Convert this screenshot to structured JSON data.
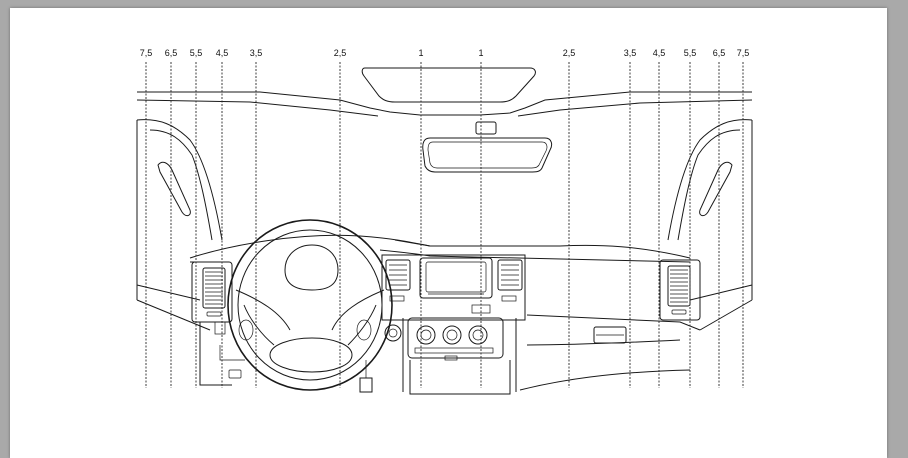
{
  "diagram": {
    "subject": "vehicle-dashboard-line-drawing",
    "gauge_lines": [
      {
        "label": "7,5",
        "side": "left"
      },
      {
        "label": "6,5",
        "side": "left"
      },
      {
        "label": "5,5",
        "side": "left"
      },
      {
        "label": "4,5",
        "side": "left"
      },
      {
        "label": "3,5",
        "side": "left"
      },
      {
        "label": "2,5",
        "side": "left"
      },
      {
        "label": "1",
        "side": "left"
      },
      {
        "label": "1",
        "side": "right"
      },
      {
        "label": "2,5",
        "side": "right"
      },
      {
        "label": "3,5",
        "side": "right"
      },
      {
        "label": "4,5",
        "side": "right"
      },
      {
        "label": "5,5",
        "side": "right"
      },
      {
        "label": "6,5",
        "side": "right"
      },
      {
        "label": "7,5",
        "side": "right"
      }
    ]
  },
  "colors": {
    "background": "#a9a9a9",
    "page": "#ffffff",
    "ink": "#1a1a1a"
  }
}
